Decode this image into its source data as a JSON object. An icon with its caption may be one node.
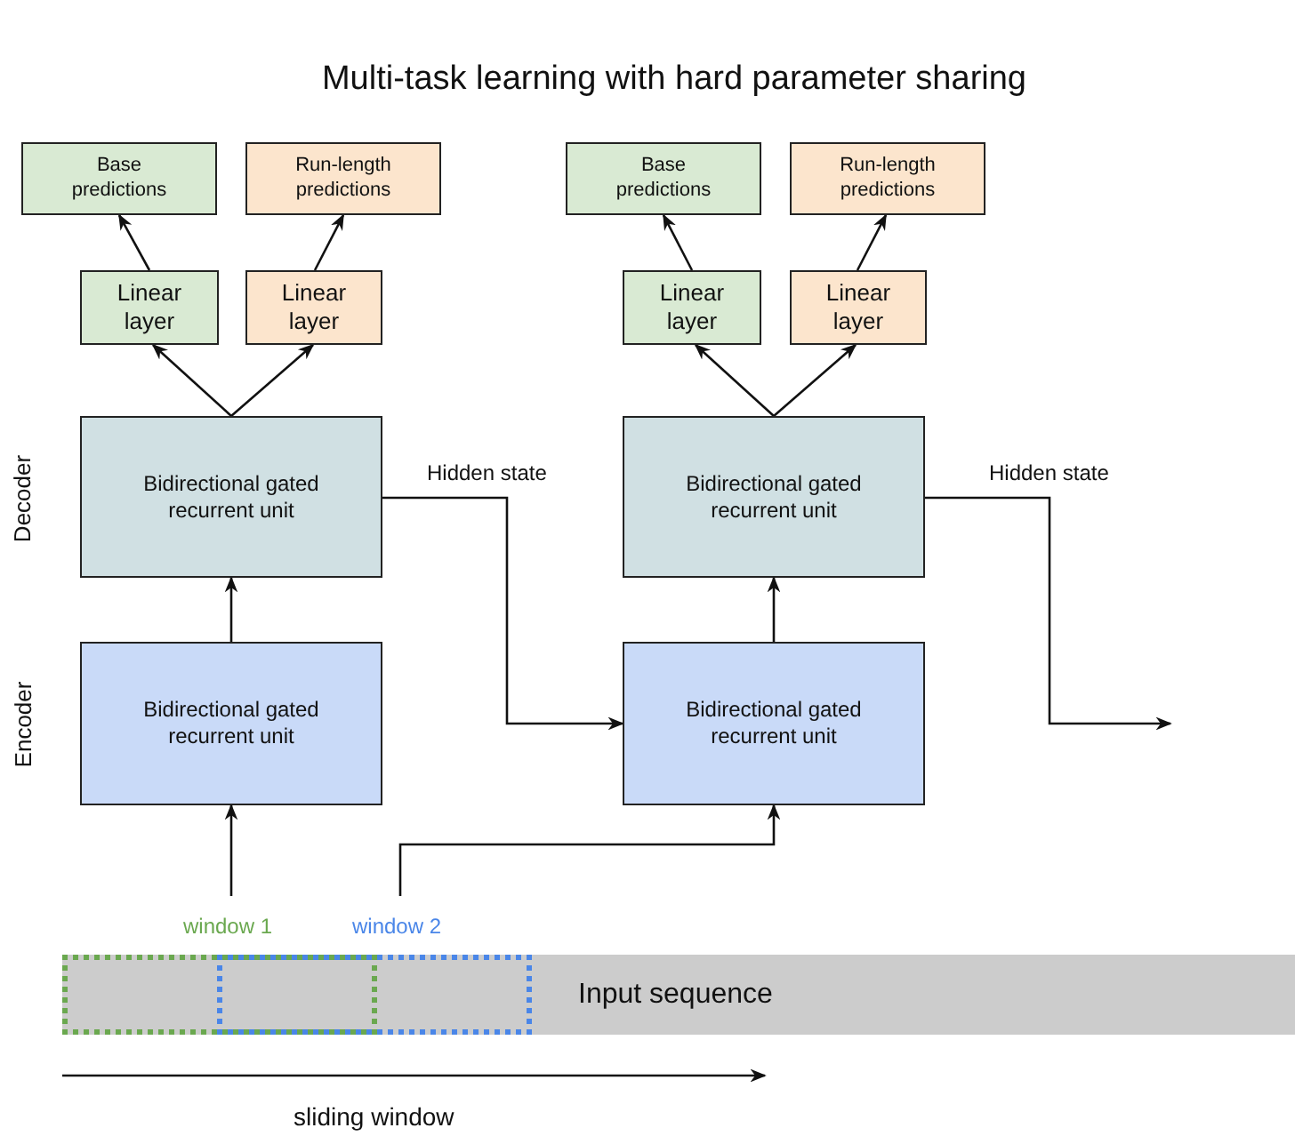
{
  "diagram": {
    "title": "Multi-task learning with hard parameter sharing",
    "nodes": [
      {
        "text": [
          "Base predictions"
        ]
      },
      {
        "text": [
          "Run-length predictions"
        ]
      },
      {
        "text": [
          "Linear layer"
        ]
      },
      {
        "text": [
          "Linear layer"
        ]
      },
      {
        "text": [
          "Bidirectional gated recurrent unit"
        ]
      },
      {
        "text": [
          "Bidirectional gated recurrent unit"
        ]
      },
      {
        "text": [
          "Base predictions"
        ]
      },
      {
        "text": [
          "Run-length predictions"
        ]
      },
      {
        "text": [
          "Linear layer"
        ]
      },
      {
        "text": [
          "Linear layer"
        ]
      },
      {
        "text": [
          "Bidirectional gated recurrent unit"
        ]
      },
      {
        "text": [
          "Bidirectional gated recurrent unit"
        ]
      },
      {
        "text": [
          "Input sequence"
        ]
      },
      {
        "text": [
          "window 1"
        ],
        "in": 12
      },
      {
        "text": [
          "window 2"
        ],
        "in": 12
      }
    ],
    "edges": [
      {
        "from": 2,
        "to": 0,
        "arrow": "to"
      },
      {
        "from": 3,
        "to": 1,
        "arrow": "to"
      },
      {
        "from": 4,
        "to": 2,
        "arrow": "to"
      },
      {
        "from": 4,
        "to": 3,
        "arrow": "to"
      },
      {
        "from": 5,
        "to": 4,
        "arrow": "to"
      },
      {
        "from": 8,
        "to": 6,
        "arrow": "to"
      },
      {
        "from": 9,
        "to": 7,
        "arrow": "to"
      },
      {
        "from": 10,
        "to": 8,
        "arrow": "to"
      },
      {
        "from": 10,
        "to": 9,
        "arrow": "to"
      },
      {
        "from": 11,
        "to": 10,
        "arrow": "to"
      },
      {
        "from": 4,
        "to": 11,
        "arrow": "to",
        "label": "Hidden state"
      },
      {
        "from": 10,
        "to": null,
        "arrow": "to",
        "label": "Hidden state"
      },
      {
        "from": 13,
        "to": 5,
        "arrow": "to"
      },
      {
        "from": 14,
        "to": 11,
        "arrow": "to"
      }
    ],
    "labels": [
      "Decoder",
      "Encoder",
      "sliding window"
    ]
  }
}
